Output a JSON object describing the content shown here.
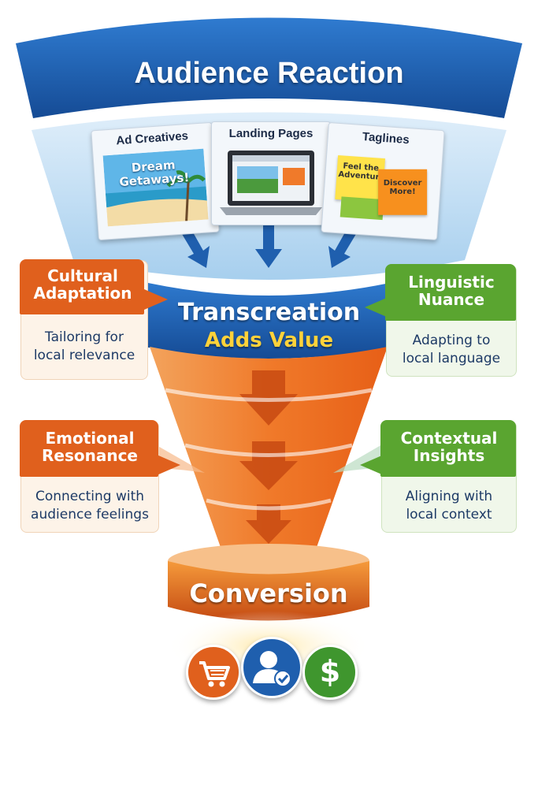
{
  "header": {
    "title": "Audience Reaction"
  },
  "inputs": [
    {
      "label": "Ad Creatives",
      "image_text": "Dream Getaways!"
    },
    {
      "label": "Landing Pages"
    },
    {
      "label": "Taglines",
      "note_1": "Feel the Adventure",
      "note_2": "Discover More!"
    }
  ],
  "center": {
    "line_1": "Transcreation",
    "line_2": "Adds Value"
  },
  "factors": [
    {
      "title_1": "Cultural",
      "title_2": "Adaptation",
      "desc_1": "Tailoring for",
      "desc_2": "local relevance",
      "color": "#e0601d"
    },
    {
      "title_1": "Linguistic",
      "title_2": "Nuance",
      "desc_1": "Adapting to",
      "desc_2": "local language",
      "color": "#5aa530"
    },
    {
      "title_1": "Emotional",
      "title_2": "Resonance",
      "desc_1": "Connecting with",
      "desc_2": "audience feelings",
      "color": "#e0601d"
    },
    {
      "title_1": "Contextual",
      "title_2": "Insights",
      "desc_1": "Aligning with",
      "desc_2": "local context",
      "color": "#5aa530"
    }
  ],
  "output": {
    "label": "Conversion"
  },
  "result_icons": [
    {
      "icon": "shopping-cart-icon",
      "color": "#e0601d"
    },
    {
      "icon": "user-check-icon",
      "color": "#1f5fae"
    },
    {
      "icon": "dollar-icon",
      "color": "#3f962e",
      "glyph": "$"
    }
  ],
  "colors": {
    "blue": "#1f5fae",
    "orange": "#e0601d",
    "green": "#5aa530",
    "yellow": "#ffd23a"
  }
}
